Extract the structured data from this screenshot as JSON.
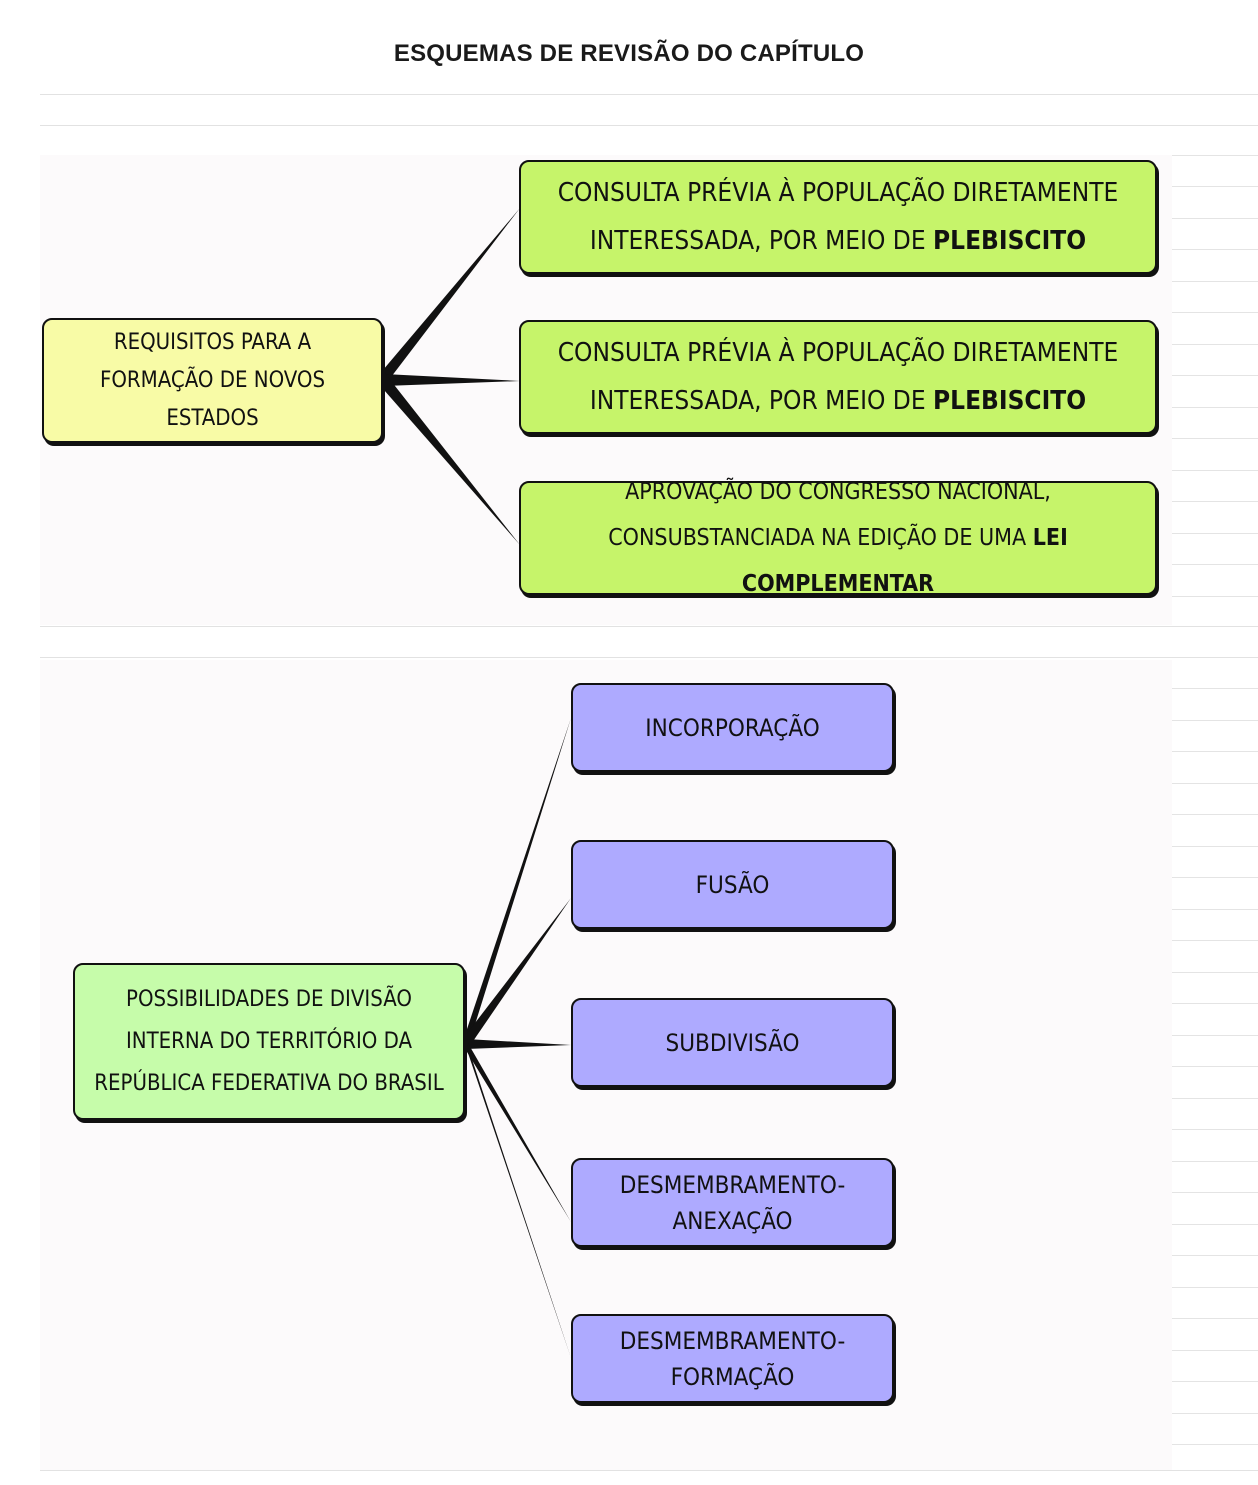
{
  "title": "ESQUEMAS DE REVISÃO DO CAPÍTULO",
  "colors": {
    "root_1": "#f8fba6",
    "children_1": "#c6f46a",
    "root_2": "#c6fcaa",
    "children_2": "#aeaaff",
    "outline": "#111111"
  },
  "diagram_1": {
    "root": "REQUISITOS PARA A FORMAÇÃO DE NOVOS ESTADOS",
    "children": [
      {
        "text": "CONSULTA PRÉVIA À POPULAÇÃO DIRETAMENTE INTERESSADA, POR MEIO DE ",
        "emphasis": "PLEBISCITO"
      },
      {
        "text": "CONSULTA PRÉVIA À POPULAÇÃO DIRETAMENTE INTERESSADA, POR MEIO DE ",
        "emphasis": "PLEBISCITO"
      },
      {
        "text": "APROVAÇÃO DO CONGRESSO NACIONAL, CONSUBSTANCIADA NA EDIÇÃO DE UMA ",
        "emphasis": "LEI COMPLEMENTAR"
      }
    ]
  },
  "diagram_2": {
    "root": "POSSIBILIDADES DE DIVISÃO INTERNA DO TERRITÓRIO DA REPÚBLICA FEDERATIVA DO BRASIL",
    "children": [
      "INCORPORAÇÃO",
      "FUSÃO",
      "SUBDIVISÃO",
      "DESMEMBRAMENTO-ANEXAÇÃO",
      "DESMEMBRAMENTO-FORMAÇÃO"
    ]
  }
}
